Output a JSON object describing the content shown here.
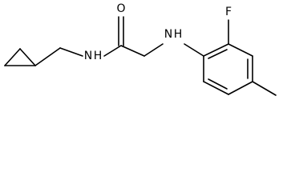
{
  "atoms": {
    "oxygen": "O",
    "amide_nitrogen": "N",
    "amide_hydrogen": "H",
    "amine_nitrogen": "N",
    "amine_hydrogen": "H",
    "fluorine": "F"
  }
}
